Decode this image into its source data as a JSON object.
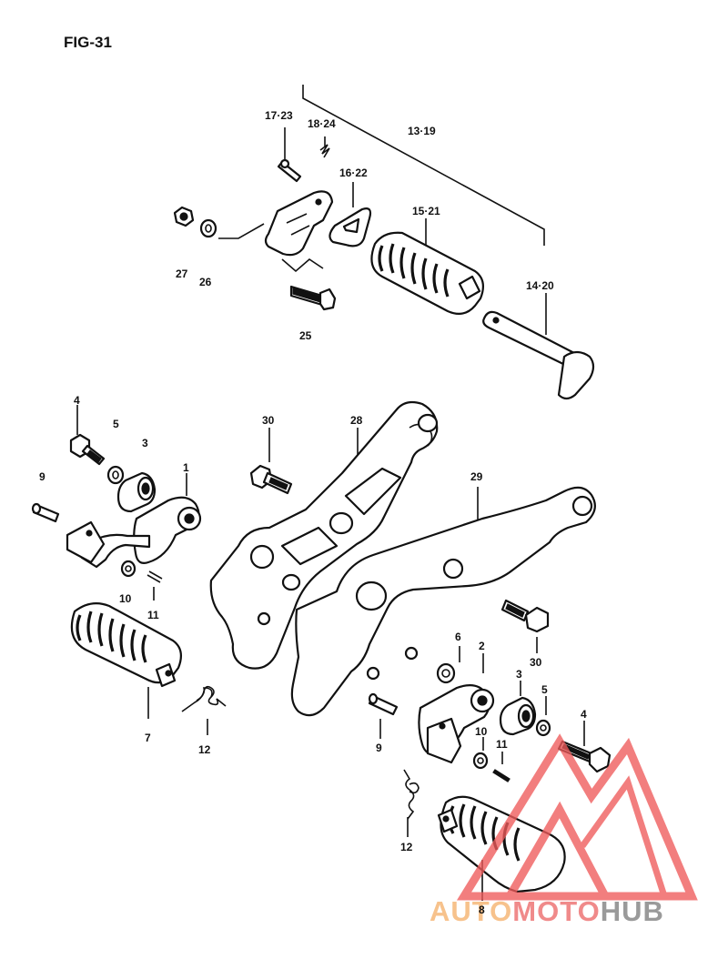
{
  "figure_title": "FIG-31",
  "labels": {
    "l_17_23": "17·23",
    "l_18_24": "18·24",
    "l_13_19": "13·19",
    "l_16_22": "16·22",
    "l_15_21": "15·21",
    "l_14_20": "14·20",
    "l_27": "27",
    "l_26": "26",
    "l_25": "25",
    "l_4a": "4",
    "l_5a": "5",
    "l_3a": "3",
    "l_1": "1",
    "l_9a": "9",
    "l_10a": "10",
    "l_11a": "11",
    "l_7": "7",
    "l_12a": "12",
    "l_30a": "30",
    "l_28": "28",
    "l_29": "29",
    "l_30b": "30",
    "l_6": "6",
    "l_2": "2",
    "l_3b": "3",
    "l_5b": "5",
    "l_4b": "4",
    "l_9b": "9",
    "l_10b": "10",
    "l_11b": "11",
    "l_12b": "12",
    "l_8": "8"
  },
  "watermark": {
    "part1": "AUTO",
    "part2": "MOTO",
    "part3": "HUB",
    "color_auto": "#f7c28c",
    "color_moto": "#f08a8a",
    "color_hub": "#9a9a9a",
    "logo_color": "#ef5b5b"
  }
}
